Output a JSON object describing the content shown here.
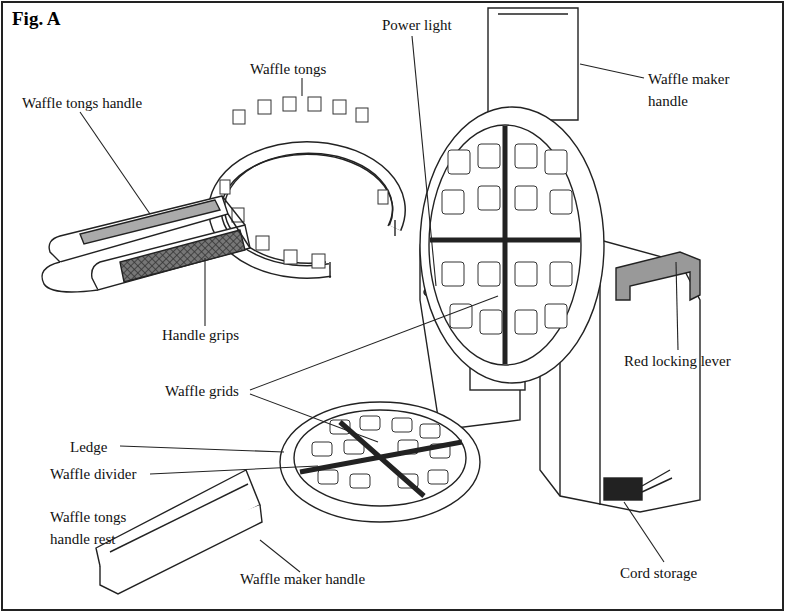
{
  "diagram": {
    "title": "Fig. A",
    "labels": [
      "Waffle tongs",
      "Power light",
      "Waffle maker handle",
      "Waffle tongs handle",
      "Handle grips",
      "Red locking lever",
      "Waffle grids",
      "Ledge",
      "Waffle divider",
      "Waffle tongs handle rest",
      "Waffle maker handle",
      "Cord storage"
    ]
  }
}
